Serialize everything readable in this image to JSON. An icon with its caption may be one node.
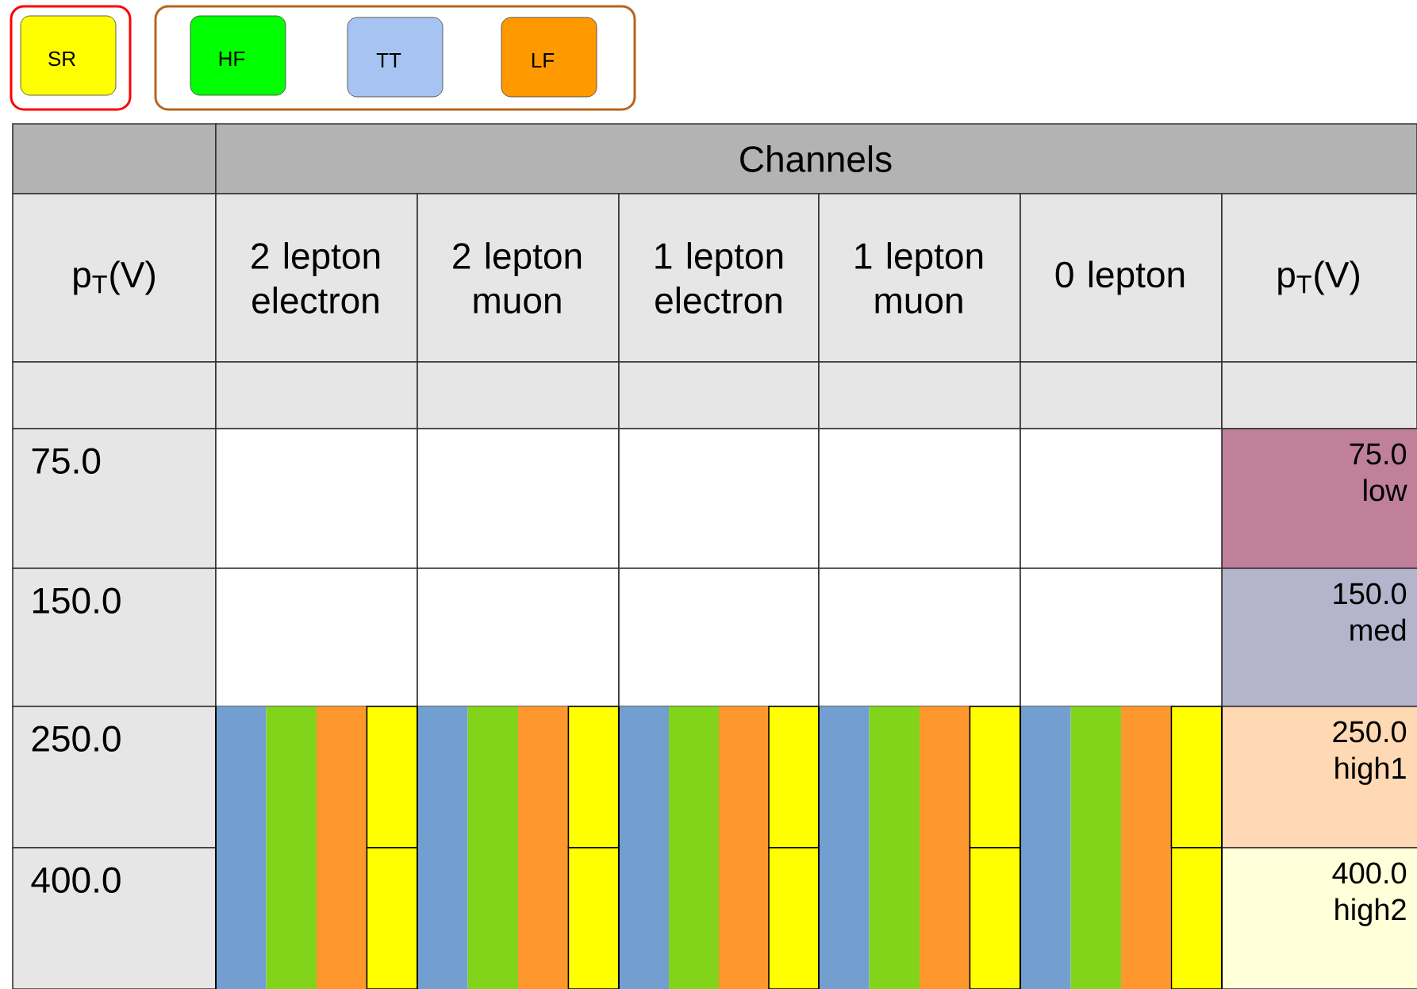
{
  "diagram": {
    "labels": [
      "Channels",
      "p$_{T}$(V)",
      "2 lepton electron",
      "2 lepton muon",
      "1 lepton electron",
      "1 lepton muon",
      "0 lepton",
      "p$_{T}$(V)",
      "75.0",
      "75.0 low",
      "150.0",
      "150.0 med",
      "250.0",
      "250.0 high1",
      "400.0",
      "400.0 high2"
    ],
    "legend": [
      {
        "text": "SR",
        "color": "#ffff00"
      },
      {
        "text": "HF",
        "color": "#00ff00"
      },
      {
        "text": "TT",
        "color": "#a7c3f2"
      },
      {
        "text": "LF",
        "color": "#ff9900"
      }
    ]
  }
}
